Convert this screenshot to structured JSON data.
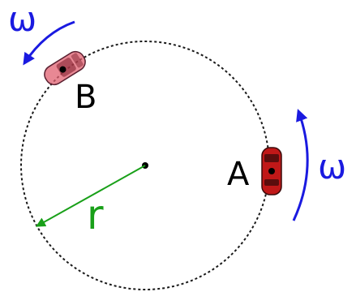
{
  "labels": {
    "omega_left": "ω",
    "omega_right": "ω",
    "car_b": "B",
    "car_a": "A",
    "radius": "r"
  },
  "colors": {
    "background": "#ffffff",
    "circle": "#1a1a1a",
    "omega": "#1a1ae0",
    "radius": "#19a019",
    "car_b_body": "#e06070",
    "car_a_body": "#c01818",
    "text": "#000000"
  }
}
